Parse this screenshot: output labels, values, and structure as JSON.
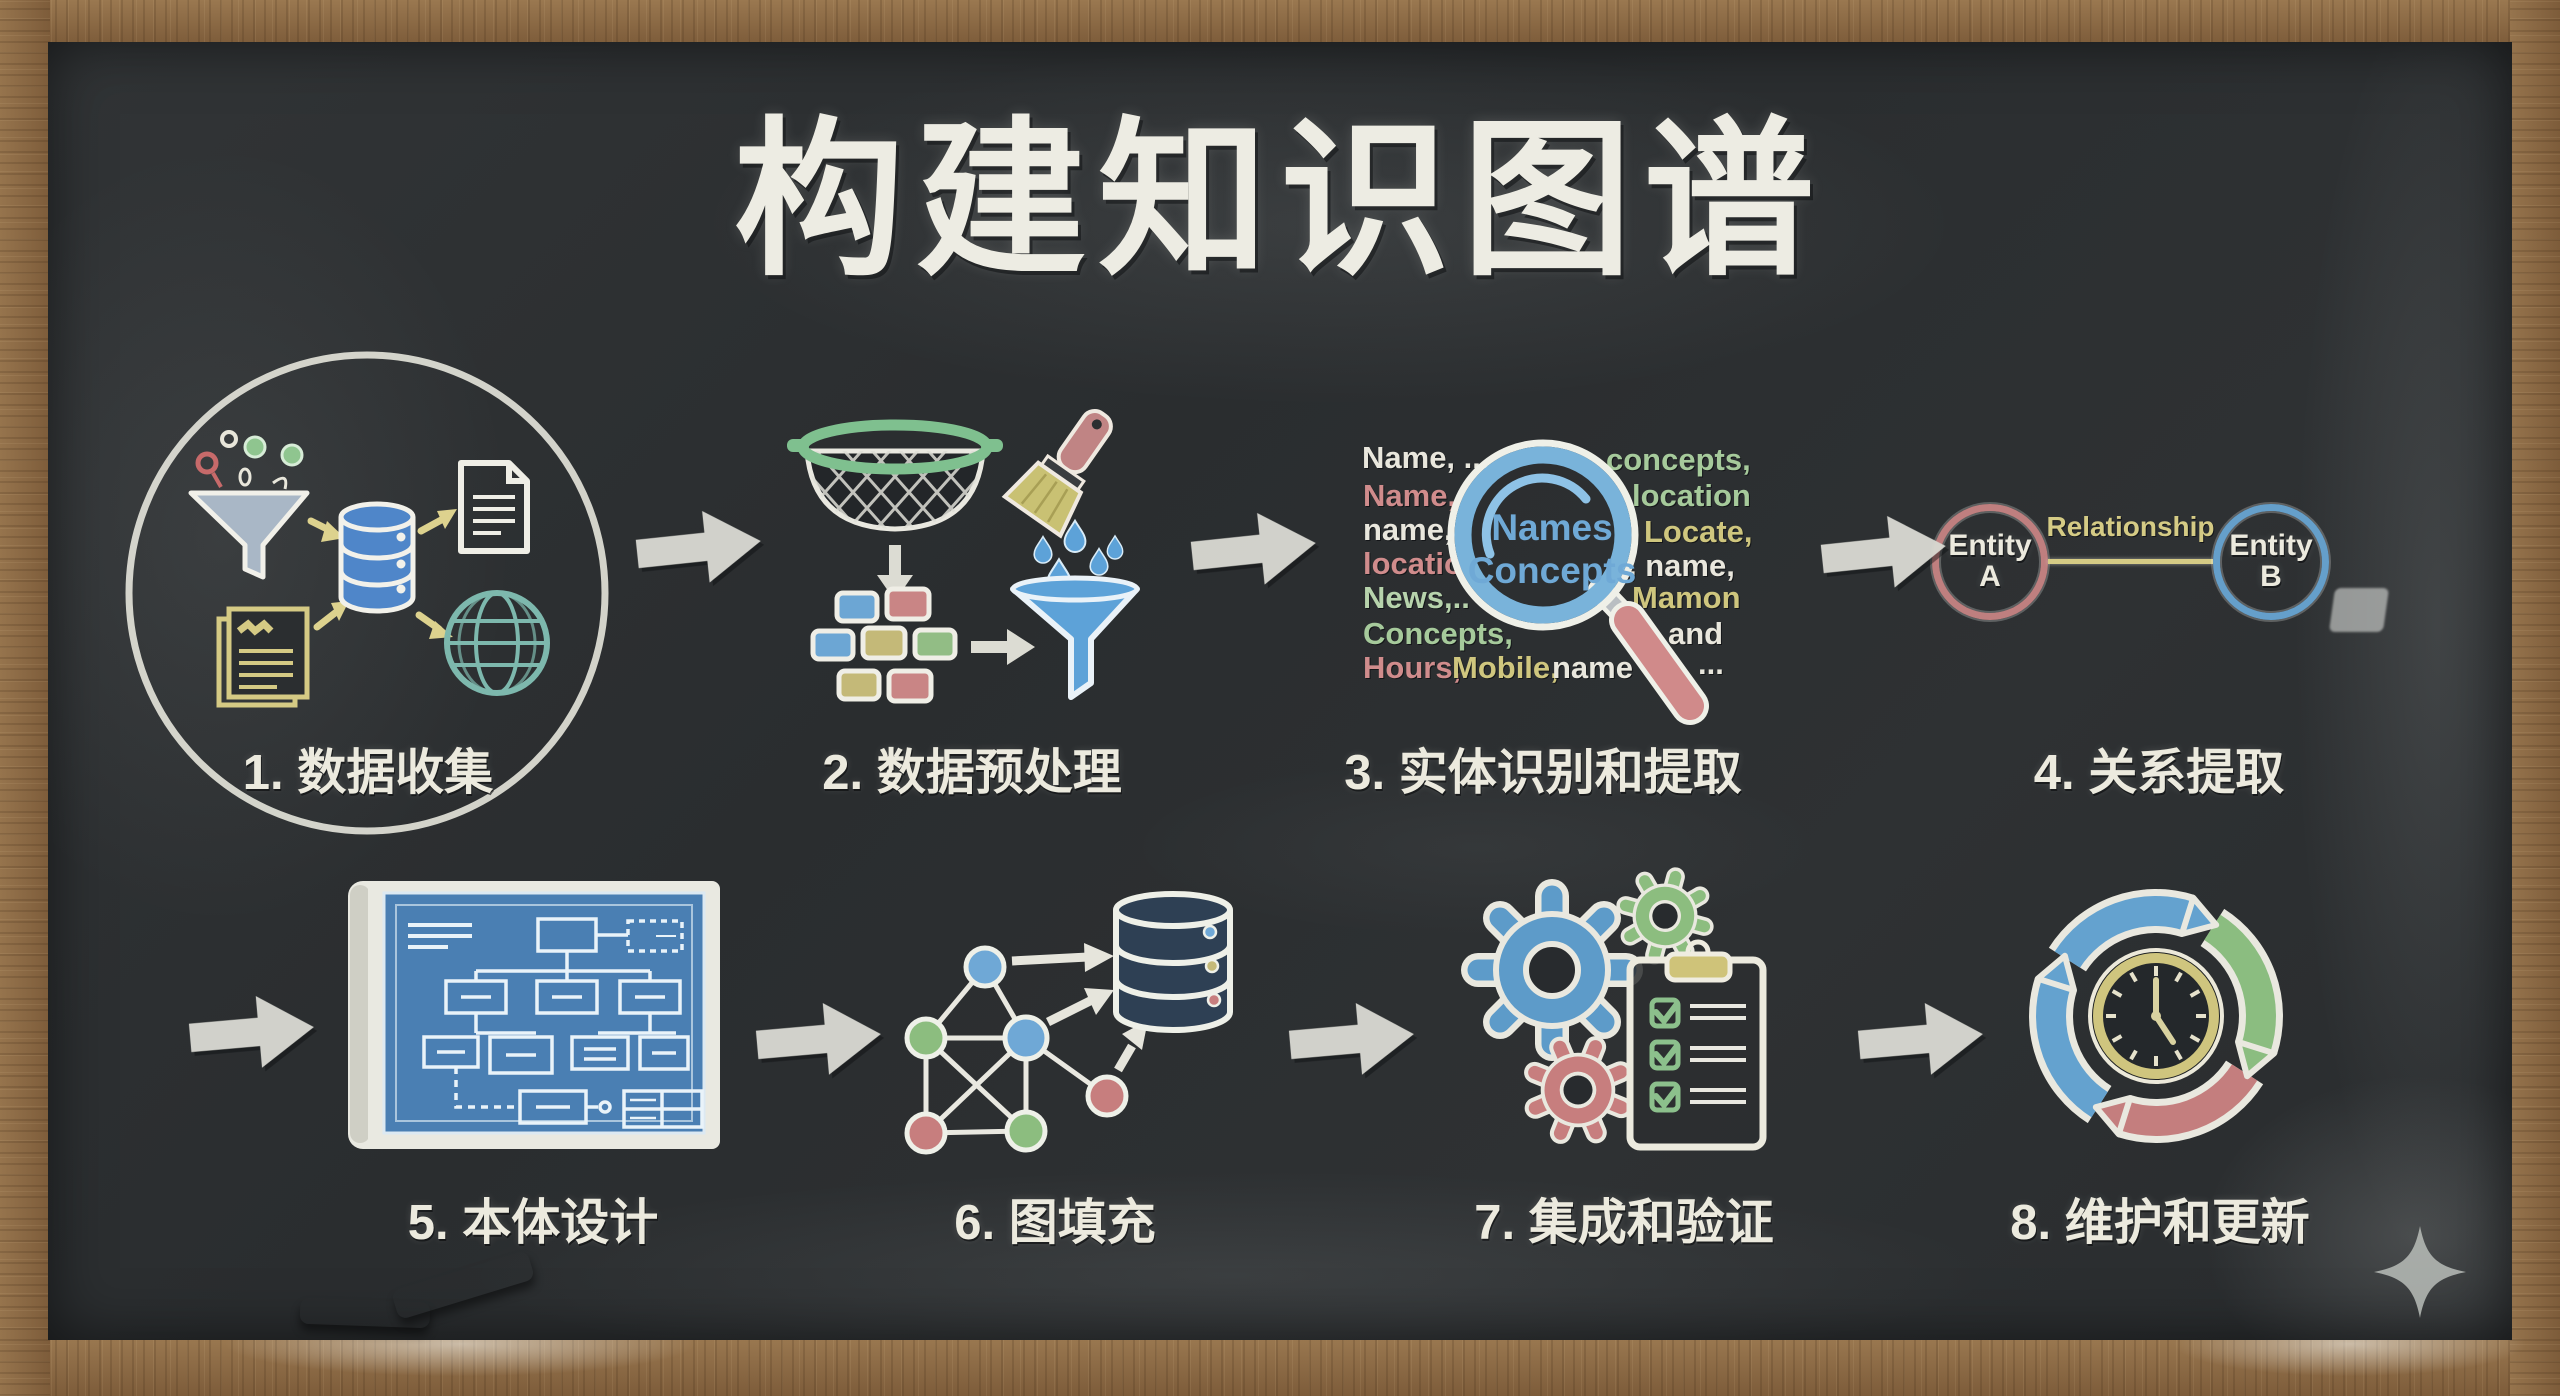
{
  "title": "构建知识图谱",
  "palette": {
    "board": "#2c2f31",
    "frame_wood": "#8a6746",
    "chalk_white": "#eceae0",
    "chalk_blue": "#66a4d2",
    "chalk_green": "#8cbd7f",
    "chalk_red": "#c78181",
    "chalk_yellow": "#cfc57e",
    "chalk_teal": "#7db8ad",
    "blueprint_blue": "#4a7fb3",
    "database_navy": "#2e4054"
  },
  "steps": [
    {
      "label": "1. 数据收集",
      "icons": [
        "circle-outline",
        "funnel-icon",
        "database-icon",
        "document-icon",
        "stacked-documents-icon",
        "globe-icon"
      ]
    },
    {
      "label": "2. 数据预处理",
      "icons": [
        "sieve-icon",
        "paintbrush-icon",
        "data-tiles-icon",
        "water-drops-icon",
        "funnel-icon"
      ]
    },
    {
      "label": "3. 实体识别和提取",
      "icons": [
        "magnifier-icon"
      ],
      "lens": [
        "Names",
        "Concepts"
      ],
      "words": [
        {
          "text": "Name, ...",
          "color": "#e9e7dd"
        },
        {
          "text": "concepts,",
          "color": "#a6ca9b"
        },
        {
          "text": "Name,",
          "color": "#d08c8c"
        },
        {
          "text": "location",
          "color": "#a6ca9b"
        },
        {
          "text": "name,",
          "color": "#e9e7dd"
        },
        {
          "text": "Locate,",
          "color": "#cfc67e"
        },
        {
          "text": "locatio",
          "color": "#d08c8c"
        },
        {
          "text": ", name,",
          "color": "#e9e7dd"
        },
        {
          "text": "News,..",
          "color": "#b7d3ac"
        },
        {
          "text": "Mamon",
          "color": "#cfc67e"
        },
        {
          "text": "Concepts,",
          "color": "#a6ca9b"
        },
        {
          "text": "and",
          "color": "#e9e7dd"
        },
        {
          "text": "Hours,",
          "color": "#d08c8c"
        },
        {
          "text": "Mobile,",
          "color": "#cfc67e"
        },
        {
          "text": "name",
          "color": "#e9e7dd"
        },
        {
          "text": "...",
          "color": "#e9e7dd"
        }
      ]
    },
    {
      "label": "4. 关系提取",
      "icons": [
        "entity-a-circle",
        "relationship-line",
        "entity-b-circle"
      ],
      "entity_a": "Entity A",
      "entity_b": "Entity B",
      "relationship": "Relationship"
    },
    {
      "label": "5. 本体设计",
      "icons": [
        "blueprint-icon"
      ]
    },
    {
      "label": "6. 图填充",
      "icons": [
        "graph-network-icon",
        "database-icon"
      ]
    },
    {
      "label": "7. 集成和验证",
      "icons": [
        "gear-icon",
        "gear-icon",
        "gear-icon",
        "checklist-clipboard-icon"
      ]
    },
    {
      "label": "8. 维护和更新",
      "icons": [
        "cycle-arrows-icon",
        "clock-icon"
      ]
    }
  ]
}
